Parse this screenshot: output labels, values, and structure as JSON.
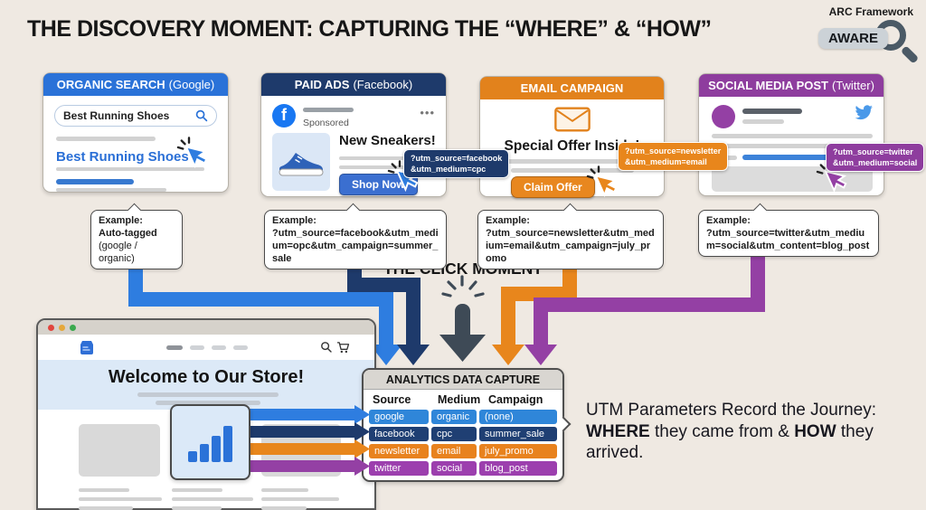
{
  "header": {
    "title": "THE DISCOVERY MOMENT: CAPTURING THE “WHERE” & “HOW”",
    "framework": "ARC Framework",
    "badge": "AWARE"
  },
  "colors": {
    "organic": "#2e7de0",
    "paid": "#1e3a6b",
    "email": "#e8861c",
    "social": "#9440a4",
    "click": "#3e4a56",
    "facebook_blue": "#1877f2",
    "twitter_blue": "#4a99e9",
    "link_blue": "#2a6fd6"
  },
  "cards": [
    {
      "title": "ORGANIC SEARCH",
      "suffix": "(Google)",
      "color": "#2a72d8",
      "search_value": "Best Running Shoes",
      "result_link": "Best Running Shoes"
    },
    {
      "title": "PAID ADS",
      "suffix": "(Facebook)",
      "color": "#1e3a6b",
      "logo_letter": "f",
      "sponsored_label": "Sponsored",
      "menu_dots": "•••",
      "headline": "New Sneakers!",
      "cta": "Shop Now",
      "cta_color": "#3b6fd0",
      "tooltip": [
        "?utm_source=facebook",
        "&utm_medium=cpc"
      ]
    },
    {
      "title": "EMAIL CAMPAIGN",
      "suffix": "",
      "color": "#e2821c",
      "headline": "Special Offer Inside!",
      "cta": "Claim Offer",
      "cta_color": "#e8871f",
      "tooltip": [
        "?utm_source=newsletter",
        "&utm_medium=email"
      ]
    },
    {
      "title": "SOCIAL MEDIA POST",
      "suffix": "(Twitter)",
      "color": "#8e3d9e",
      "tooltip": [
        "?utm_source=twitter",
        "&utm_medium=social"
      ]
    }
  ],
  "examples": [
    {
      "label": "Example:",
      "line1": "Auto-tagged",
      "line2": "(google / organic)"
    },
    {
      "label": "Example:",
      "code": "?utm_source=facebook&utm_medium=opc&utm_campaign=summer_sale"
    },
    {
      "label": "Example:",
      "code": "?utm_source=newsletter&utm_medium=email&utm_campaign=july_promo"
    },
    {
      "label": "Example:",
      "code": "?utm_source=twitter&utm_medium=social&utm_content=blog_post"
    }
  ],
  "click_moment": "THE CLICK MOMENT",
  "table": {
    "title": "ANALYTICS DATA CAPTURE",
    "columns": [
      "Source",
      "Medium",
      "Campaign"
    ],
    "rows": [
      {
        "source": "google",
        "medium": "organic",
        "campaign": "(none)",
        "color": "#2f86d9"
      },
      {
        "source": "facebook",
        "medium": "cpc",
        "campaign": "summer_sale",
        "color": "#1f3f73"
      },
      {
        "source": "newsletter",
        "medium": "email",
        "campaign": "july_promo",
        "color": "#e8821e"
      },
      {
        "source": "twitter",
        "medium": "social",
        "campaign": "blog_post",
        "color": "#9c3fae"
      }
    ]
  },
  "browser": {
    "welcome": "Welcome to Our Store!"
  },
  "summary": {
    "line1": "UTM Parameters Record the Journey:",
    "where": "WHERE",
    "mid": " they came from & ",
    "how": "HOW",
    "tail": " they",
    "line3": "arrived."
  }
}
